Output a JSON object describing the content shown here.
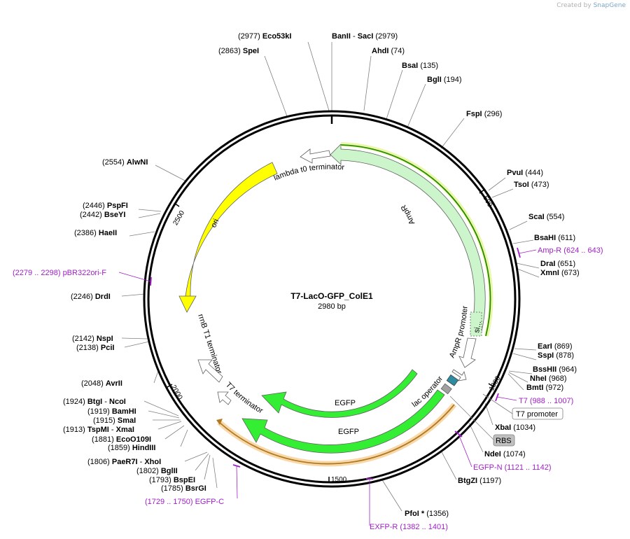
{
  "credit": {
    "prefix": "Created by",
    "brand": "SnapGene"
  },
  "plasmid": {
    "name": "T7-LacO-GFP_ColE1",
    "size": "2980 bp"
  },
  "ticks": [
    "500",
    "1000",
    "1500",
    "2000",
    "2500"
  ],
  "enzymes": [
    {
      "name": "BanII",
      "name2": "SacI",
      "pos": "(2979)"
    },
    {
      "name": "Eco53kI",
      "pos": "(2977)"
    },
    {
      "name": "AhdI",
      "pos": "(74)"
    },
    {
      "name": "SpeI",
      "pos": "(2863)"
    },
    {
      "name": "BsaI",
      "pos": "(135)"
    },
    {
      "name": "BglI",
      "pos": "(194)"
    },
    {
      "name": "FspI",
      "pos": "(296)"
    },
    {
      "name": "PvuI",
      "pos": "(444)"
    },
    {
      "name": "TsoI",
      "pos": "(473)"
    },
    {
      "name": "ScaI",
      "pos": "(554)"
    },
    {
      "name": "BsaHI",
      "pos": "(611)"
    },
    {
      "name": "DraI",
      "pos": "(651)"
    },
    {
      "name": "XmnI",
      "pos": "(673)"
    },
    {
      "name": "EarI",
      "pos": "(869)"
    },
    {
      "name": "SspI",
      "pos": "(878)"
    },
    {
      "name": "BssHII",
      "pos": "(964)"
    },
    {
      "name": "NheI",
      "pos": "(968)"
    },
    {
      "name": "BmtI",
      "pos": "(972)"
    },
    {
      "name": "XbaI",
      "pos": "(1034)"
    },
    {
      "name": "NdeI",
      "pos": "(1074)"
    },
    {
      "name": "BtgZI",
      "pos": "(1197)"
    },
    {
      "name": "PfoI",
      "star": "*",
      "pos": "(1356)"
    },
    {
      "name": "AlwNI",
      "pos": "(2554)"
    },
    {
      "name": "PspFI",
      "pos": "(2446)"
    },
    {
      "name": "BseYI",
      "pos": "(2442)"
    },
    {
      "name": "HaeII",
      "pos": "(2386)"
    },
    {
      "name": "DrdI",
      "pos": "(2246)"
    },
    {
      "name": "NspI",
      "pos": "(2142)"
    },
    {
      "name": "PciI",
      "pos": "(2138)"
    },
    {
      "name": "AvrII",
      "pos": "(2048)"
    },
    {
      "name": "BtgI",
      "name2": "NcoI",
      "pos": "(1924)"
    },
    {
      "name": "BamHI",
      "pos": "(1919)"
    },
    {
      "name": "SmaI",
      "pos": "(1915)"
    },
    {
      "name": "TspMI",
      "name2": "XmaI",
      "pos": "(1913)"
    },
    {
      "name": "EcoO109I",
      "pos": "(1881)"
    },
    {
      "name": "HindIII",
      "pos": "(1859)"
    },
    {
      "name": "PaeR7I",
      "name2": "XhoI",
      "pos": "(1806)"
    },
    {
      "name": "BglII",
      "pos": "(1802)"
    },
    {
      "name": "BspEI",
      "pos": "(1793)"
    },
    {
      "name": "BsrGI",
      "pos": "(1785)"
    }
  ],
  "primers": [
    {
      "name": "Amp-R",
      "range": "(624 .. 643)"
    },
    {
      "name": "T7",
      "range": "(988 .. 1007)"
    },
    {
      "name": "EGFP-N",
      "range": "(1121 .. 1142)"
    },
    {
      "name": "EXFP-R",
      "range": "(1382 .. 1401)"
    },
    {
      "name": "EGFP-C",
      "range": "(1729 .. 1750)"
    },
    {
      "name": "pBR322ori-F",
      "range": "(2279 .. 2298)"
    }
  ],
  "features": {
    "lambda_t0": "lambda t0 terminator",
    "ampr": "AmpR",
    "ampr_promoter": "AmpR promoter",
    "si": "si...",
    "ori": "ori",
    "rrnb": "rrnB T1 terminator",
    "t7term": "T7 terminator",
    "egfp_inner": "EGFP",
    "egfp_outer": "EGFP",
    "lac_operator": "lac operator",
    "t7_promoter": "T7 promoter",
    "rbs": "RBS"
  },
  "colors": {
    "ampr": "#ccf5cc",
    "ori": "#ffff00",
    "egfp": "#33ee33",
    "primer": "#a020c8",
    "lac": "#2e8ba0"
  }
}
